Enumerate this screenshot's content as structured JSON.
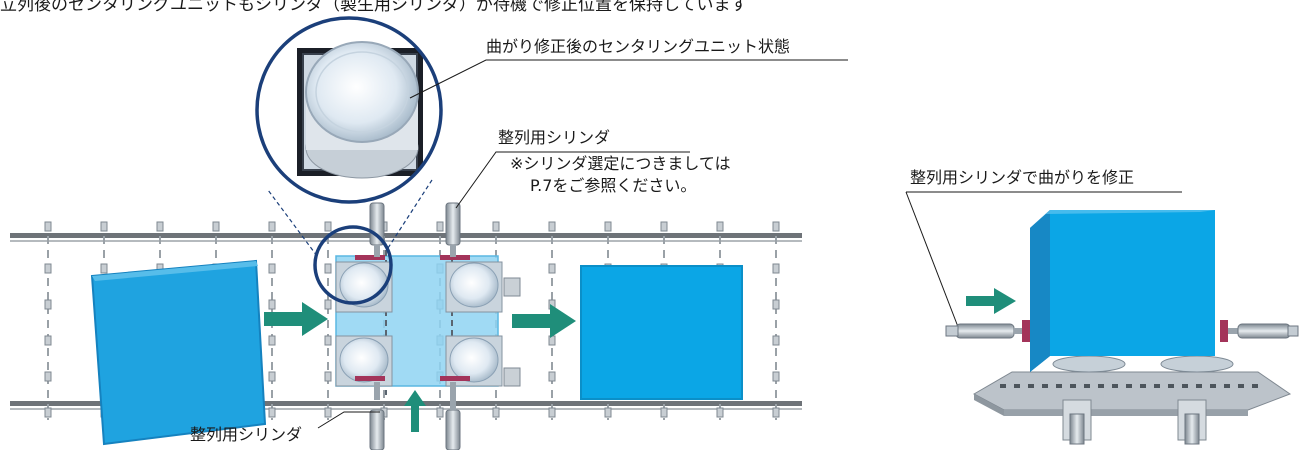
{
  "header_text": "立列後のセンタリングユニットもシリンダ（製生用シリンダ）が待機で修正位置を保持しています",
  "callouts": {
    "zoom_caption": "曲がり修正後のセンタリングユニット状態",
    "cylinder_top": "整列用シリンダ",
    "note_line1": "※シリンダ選定につきましては",
    "note_line2": "P.7をご参照ください。",
    "cylinder_bottom": "整列用シリンダ",
    "cylinder_right": "整列用シリンダで曲がりを修正"
  },
  "colors": {
    "box": "#1fa3e0",
    "box_dark": "#1582bf",
    "arrow": "#1f8e7a",
    "ring": "#1b3f7a",
    "rail": "#6e7378",
    "overlay": "#8fd3f2"
  },
  "icons": [
    "arrow-right-icon",
    "arrow-up-icon",
    "magnifier-ring-icon",
    "cylinder-icon"
  ]
}
